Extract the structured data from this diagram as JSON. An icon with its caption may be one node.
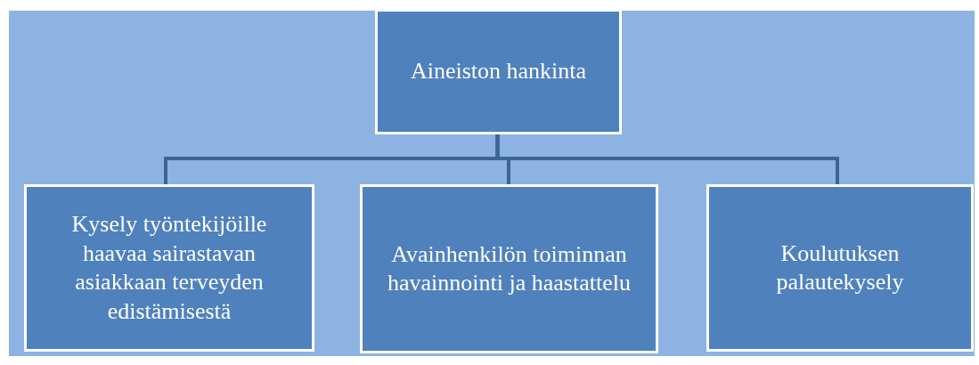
{
  "diagram": {
    "nodes": [
      {
        "text": [
          "Aineiston hankinta"
        ]
      },
      {
        "text": [
          "Kysely työntekijöille haavaa sairastavan asiakkaan terveyden edistämisestä"
        ]
      },
      {
        "text": [
          "Avainhenkilön toiminnan havainnointi ja haastattelu"
        ]
      },
      {
        "text": [
          "Koulutuksen palautekysely"
        ]
      }
    ],
    "edges": [
      {
        "from": 0,
        "to": 1,
        "arrow": "none"
      },
      {
        "from": 0,
        "to": 2,
        "arrow": "none"
      },
      {
        "from": 0,
        "to": 3,
        "arrow": "none"
      }
    ]
  }
}
